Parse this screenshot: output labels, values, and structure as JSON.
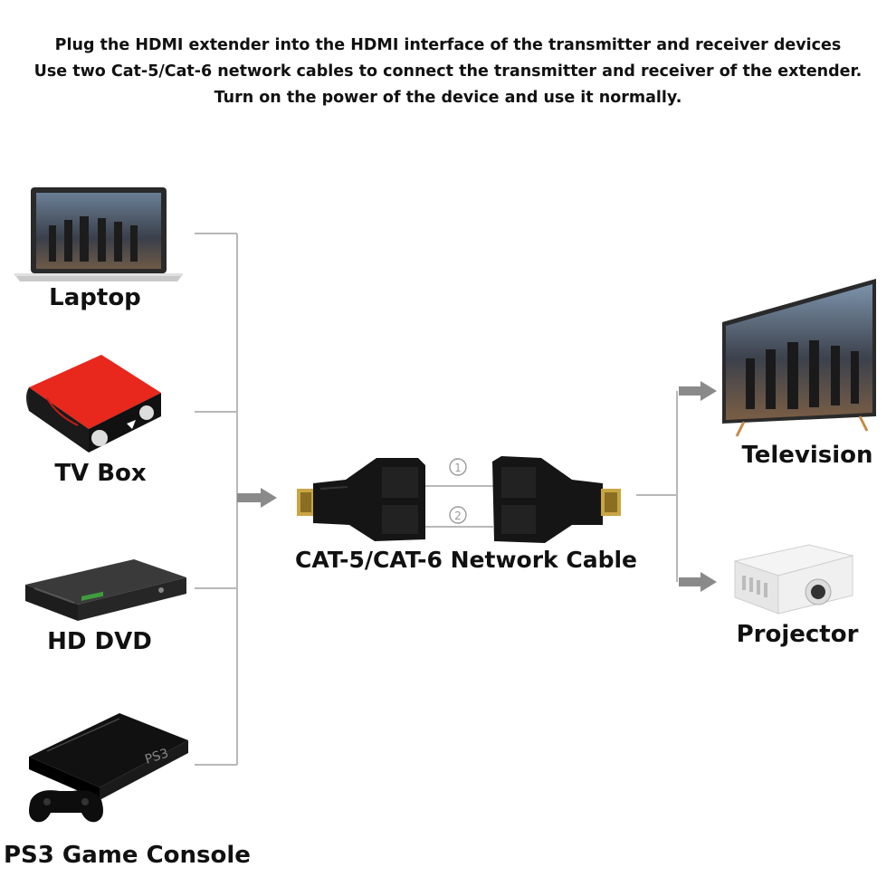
{
  "instructions": {
    "line1": "Plug the HDMI extender into the HDMI interface of the transmitter and receiver devices",
    "line2": "Use two Cat-5/Cat-6 network cables to connect the transmitter and receiver of the extender.",
    "line3": "Turn on the power of the device and use it normally."
  },
  "sources": {
    "laptop": "Laptop",
    "tvbox": "TV Box",
    "dvd": "HD DVD",
    "ps3": "PS3 Game Console"
  },
  "extender": {
    "port1": "①",
    "port2": "②",
    "cable_label": "CAT-5/CAT-6 Network Cable"
  },
  "outputs": {
    "television": "Television",
    "projector": "Projector"
  },
  "colors": {
    "wire": "#b8b8b8",
    "arrow": "#8a8a8a",
    "tvbox_red": "#e8271d",
    "adapter": "#151515",
    "gold": "#c9a544"
  }
}
